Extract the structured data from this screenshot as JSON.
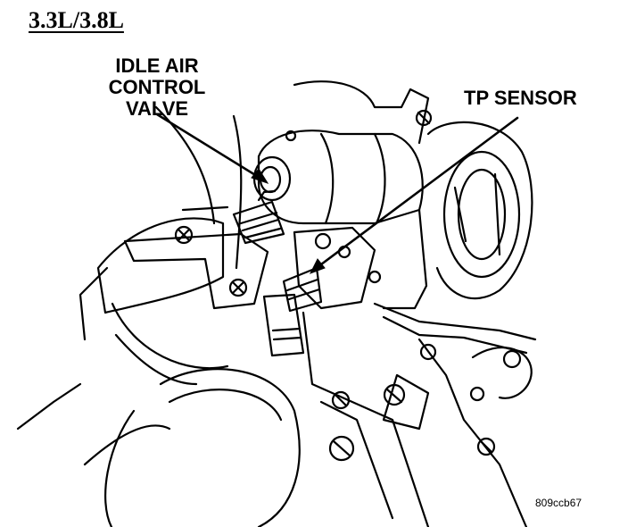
{
  "figure": {
    "heading": "3.3L/3.8L",
    "figure_id": "809ccb67"
  },
  "callouts": {
    "idle_air_control_valve": [
      "IDLE AIR",
      "CONTROL",
      "VALVE"
    ],
    "tp_sensor": "TP SENSOR"
  },
  "colors": {
    "ink": "#000000",
    "paper": "#ffffff"
  }
}
